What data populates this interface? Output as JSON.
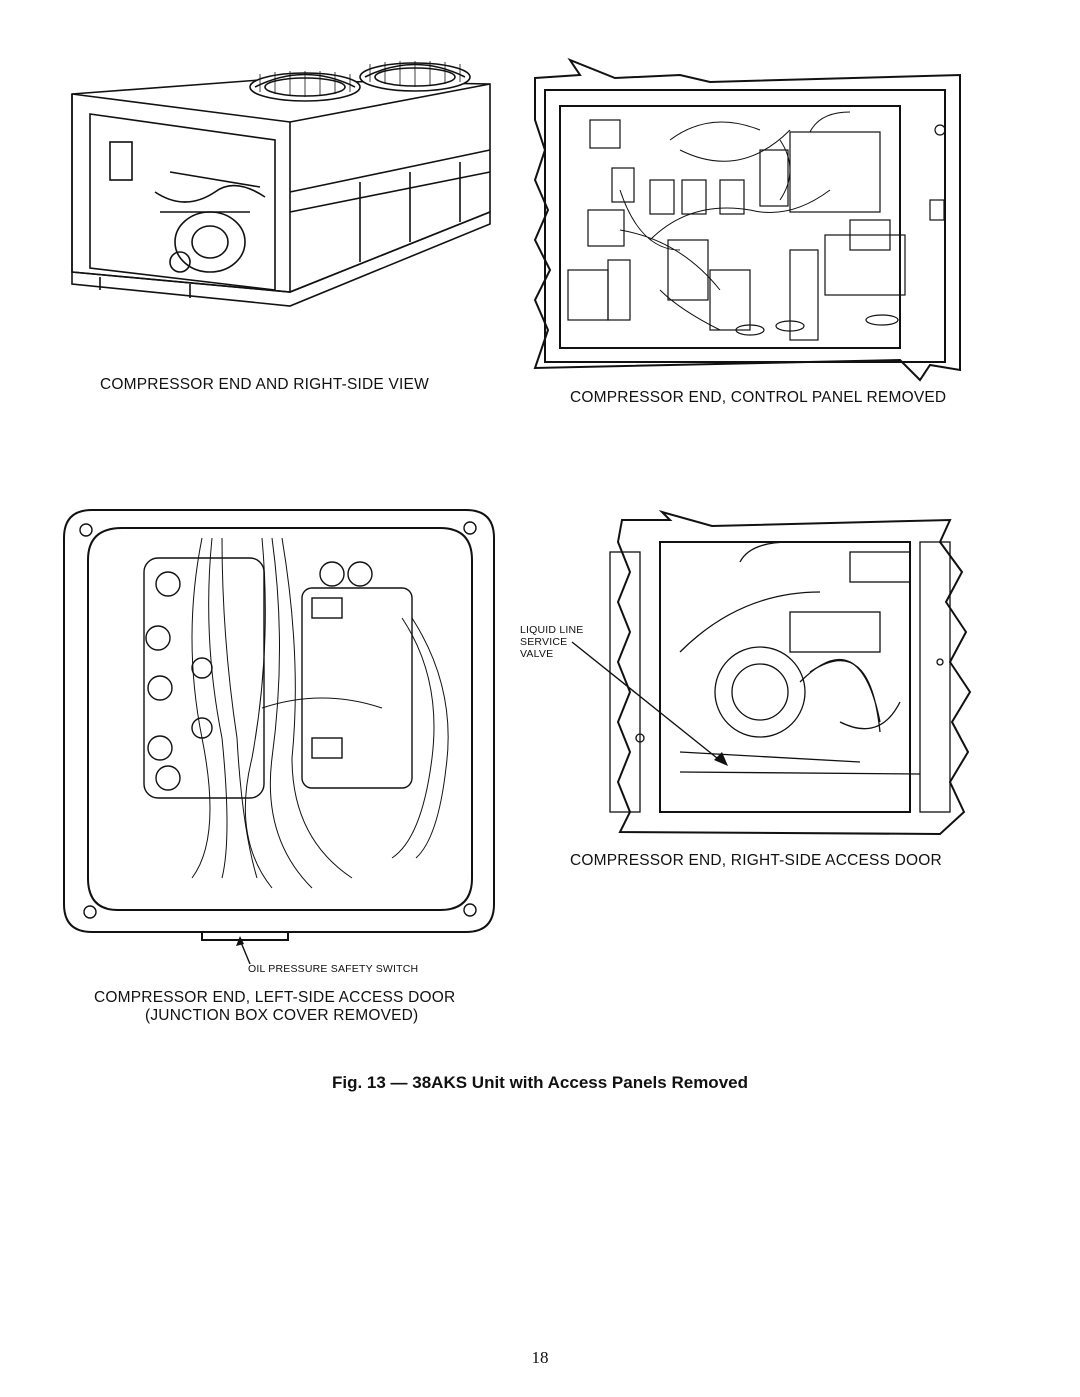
{
  "figures": {
    "top_left": {
      "caption": "COMPRESSOR END AND RIGHT-SIDE VIEW"
    },
    "top_right": {
      "caption": "COMPRESSOR END, CONTROL PANEL REMOVED"
    },
    "bottom_left": {
      "callout": "OIL PRESSURE SAFETY SWITCH",
      "caption_line1": "COMPRESSOR END, LEFT-SIDE ACCESS DOOR",
      "caption_line2": "(JUNCTION BOX COVER REMOVED)"
    },
    "bottom_right": {
      "callout_line1": "LIQUID LINE",
      "callout_line2": "SERVICE",
      "callout_line3": "VALVE",
      "caption": "COMPRESSOR END, RIGHT-SIDE ACCESS DOOR"
    }
  },
  "figure_title": "Fig. 13 — 38AKS Unit with Access Panels Removed",
  "page_number": "18"
}
